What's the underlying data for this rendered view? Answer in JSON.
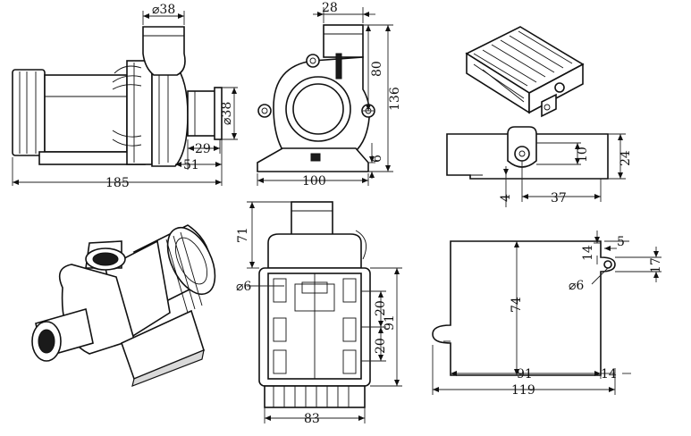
{
  "views": {
    "side": {
      "outlet_diameter": "⌀38",
      "inlet_diameter": "⌀38",
      "inlet_offset": "29",
      "inlet_length": "51",
      "overall_length": "185"
    },
    "front": {
      "outlet_width": "28",
      "outlet_height": "80",
      "overall_height": "136",
      "base_offset": "6",
      "base_width": "100"
    },
    "bracket": {
      "height": "24",
      "slot_height": "10",
      "bottom_offset": "4",
      "slot_width": "37"
    },
    "top": {
      "upper_height": "71",
      "hole_diameter": "⌀6",
      "spacing_upper": "20",
      "spacing_lower": "20",
      "mount_height": "91",
      "width": "83"
    },
    "mount_plate": {
      "notch_offset": "14",
      "notch_width": "5",
      "notch_height": "17",
      "hole_diameter": "⌀6",
      "height": "74",
      "hole_spacing": "91",
      "edge_offset": "14",
      "overall_width": "119"
    }
  }
}
